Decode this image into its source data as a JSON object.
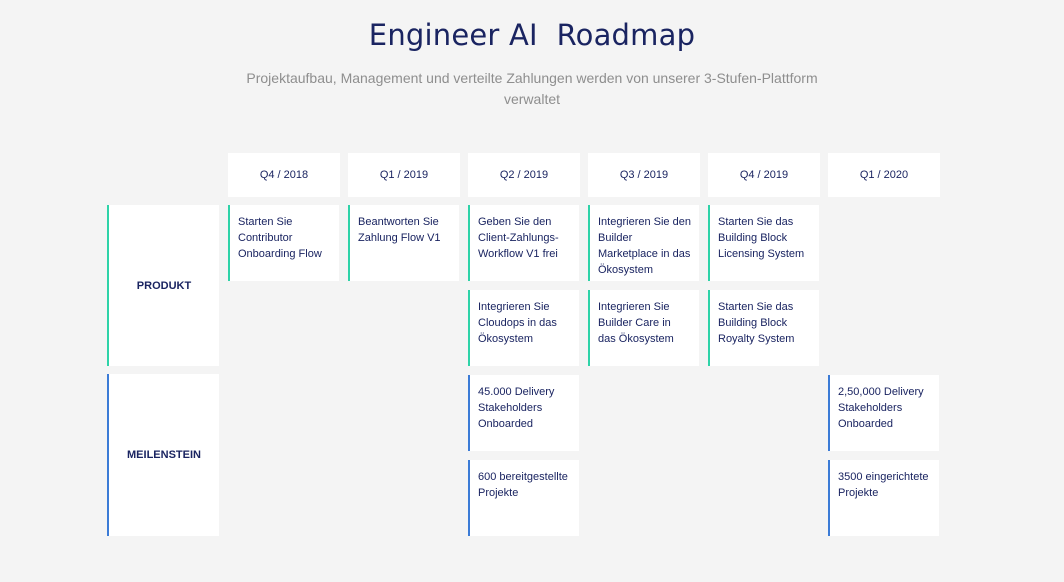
{
  "header": {
    "title": "Engineer AI  Roadmap",
    "subtitle": "Projektaufbau, Management und verteilte Zahlungen werden von unserer 3-Stufen-Plattform verwaltet"
  },
  "columns": [
    "Q4 / 2018",
    "Q1 / 2019",
    "Q2 / 2019",
    "Q3 / 2019",
    "Q4 / 2019",
    "Q1 / 2020"
  ],
  "rows": {
    "produkt": "PRODUKT",
    "meilenstein": "MEILENSTEIN"
  },
  "produkt_cards": {
    "q4_2018_1": "Starten Sie Contributor Onboarding Flow",
    "q1_2019_1": "Beantworten Sie Zahlung Flow V1",
    "q2_2019_1": "Geben Sie den Client-Zahlungs-Workflow V1 frei",
    "q2_2019_2": "Integrieren Sie Cloudops in das Ökosystem",
    "q3_2019_1": "Integrieren Sie den Builder Marketplace in das Ökosystem",
    "q3_2019_2": "Integrieren Sie Builder Care in das Ökosystem",
    "q4_2019_1": "Starten Sie das Building Block Licensing System",
    "q4_2019_2": "Starten Sie das Building Block Royalty System"
  },
  "meilenstein_cards": {
    "q2_2019_1": "45.000 Delivery Stakeholders Onboarded",
    "q2_2019_2": "600 bereitgestellte Projekte",
    "q1_2020_1": "2,50,000 Delivery Stakeholders Onboarded",
    "q1_2020_2": "3500 eingerichtete Projekte"
  },
  "colors": {
    "title": "#1a2461",
    "produkt_accent": "#2ed3a8",
    "meilenstein_accent": "#3b7bd6",
    "background": "#f4f4f4"
  }
}
